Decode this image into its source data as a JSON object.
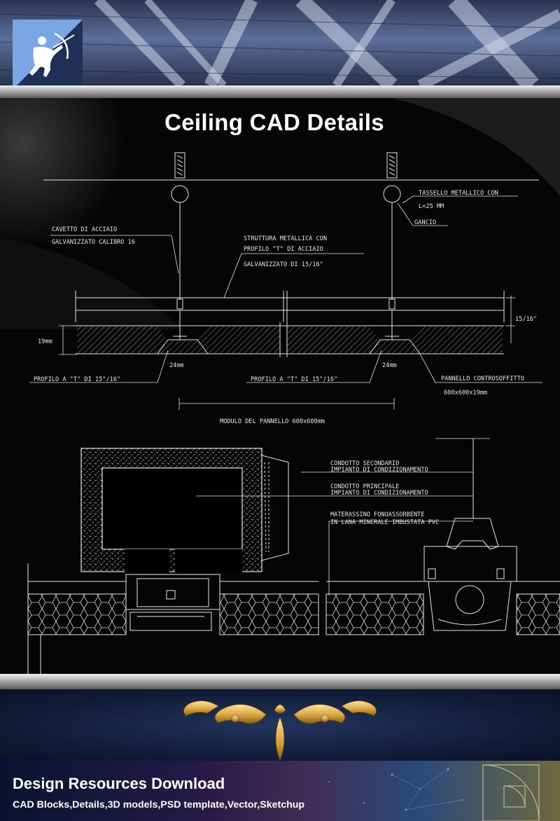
{
  "header": {
    "title": "Ceiling CAD Details"
  },
  "drawing": {
    "labels": {
      "tassello_1": "TASSELLO METALLICO CON",
      "tassello_2": "L=25 MM",
      "gancio": "GANCIO",
      "cavetto_1": "CAVETTO DI ACCIAIO",
      "cavetto_2": "GALVANIZZATO  CALIBRO 16",
      "struttura_1": "STRUTTURA METALLICA CON",
      "struttura_2": "PROFILO \"T\" DI ACCIAIO",
      "struttura_3": "GALVANIZZATO DI 15/16\"",
      "dim_thickness": "19mm",
      "dim_right": "15/16\"",
      "dim_flange_left": "24mm",
      "dim_flange_right": "24mm",
      "profilo_left": "PROFILO A  \"T\" DI 15\"/16\"",
      "profilo_right": "PROFILO A  \"T\" DI 15\"/16\"",
      "pannello_1": "PANNELLO CONTROSOFFITTO",
      "pannello_2": "600x600x19mm",
      "modulo": "MODULO DEL PANNELLO 600x600mm",
      "condotto_sec_1": "CONDOTTO SECONDARIO",
      "condotto_sec_2": "IMPIANTO DI CONDIZIONAMENTO",
      "condotto_pri_1": "CONDOTTO PRINCIPALE",
      "condotto_pri_2": "IMPIANTO DI CONDIZIONAMENTO",
      "materassino_1": "MATERASSINO FONOASSORBENTE",
      "materassino_2": "IN LANA MINERALE IMBUSTATA PVC"
    }
  },
  "footer": {
    "title": "Design Resources Download",
    "subtitle": "CAD Blocks,Details,3D models,PSD template,Vector,Sketchup"
  },
  "colors": {
    "background": "#000000",
    "line": "#e6e6e6",
    "ornament_gold": "#d9a640",
    "footer_navy": "#0a1230"
  }
}
